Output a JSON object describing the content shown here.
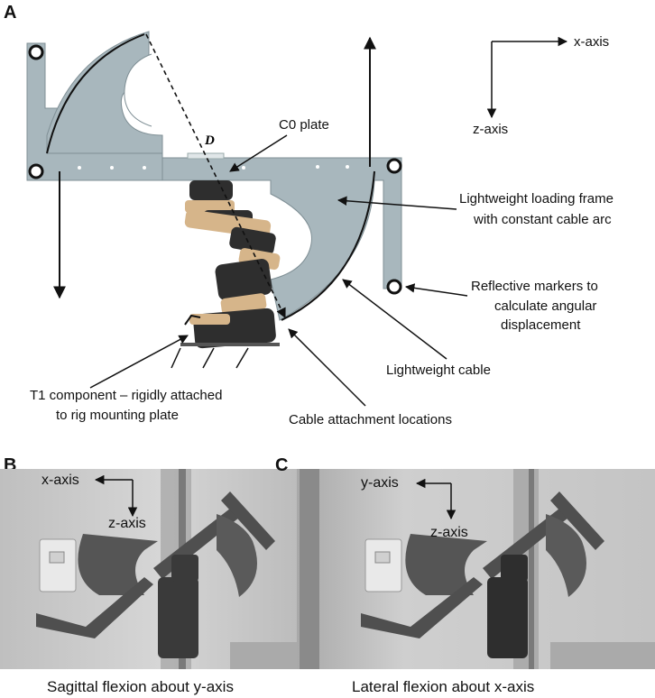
{
  "panels": {
    "a": {
      "letter": "A"
    },
    "b": {
      "letter": "B",
      "axis_h": "x-axis",
      "axis_v": "z-axis",
      "caption": "Sagittal flexion about y-axis"
    },
    "c": {
      "letter": "C",
      "axis_h": "y-axis",
      "axis_v": "z-axis",
      "caption": "Lateral flexion about x-axis"
    }
  },
  "labels": {
    "distance": "D",
    "c0_plate": "C0 plate",
    "loading_frame_1": "Lightweight loading frame",
    "loading_frame_2": "with constant cable arc",
    "markers_1": "Reflective markers to",
    "markers_2": "calculate angular",
    "markers_3": "displacement",
    "cable": "Lightweight cable",
    "t1_1": "T1 component – rigidly attached",
    "t1_2": "to rig mounting plate",
    "attach": "Cable attachment locations"
  },
  "axes_a": {
    "x": "x-axis",
    "z": "z-axis"
  },
  "colors": {
    "frame": "#a8b7bd",
    "vertebra_tan": "#d6b58a",
    "vertebra_dark": "#2e2e2e",
    "photo_bg": "#c9c9c9"
  }
}
